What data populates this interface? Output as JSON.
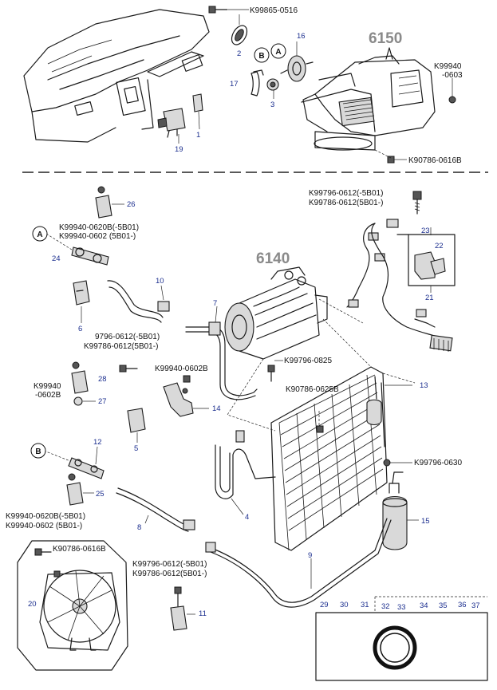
{
  "assembly_codes": [
    "6150",
    "6140"
  ],
  "references": [
    "A",
    "B"
  ],
  "item_numbers": [
    "1",
    "2",
    "3",
    "4",
    "5",
    "6",
    "7",
    "8",
    "9",
    "10",
    "11",
    "12",
    "13",
    "14",
    "15",
    "16",
    "17",
    "19",
    "20",
    "21",
    "22",
    "23",
    "24",
    "25",
    "26",
    "27",
    "28",
    "29",
    "30",
    "31",
    "32",
    "33",
    "34",
    "35",
    "36",
    "37"
  ],
  "part_codes": [
    "K99865-0516",
    "K99940",
    "-0603",
    "K90786-0616B",
    "K99796-0612(-5B01)",
    "K99786-0612(5B01-)",
    "K99940-0620B(-5B01)",
    "K99940-0602  (5B01-)",
    "9796-0612(-5B01)",
    "K99786-0612(5B01-)",
    "K99940-0602B",
    "K99796-0825",
    "K99940",
    "-0602B",
    "K90786-0625B",
    "K99796-0630",
    "K99940-0620B(-5B01)",
    "K99940-0602    (5B01-)",
    "K90786-0616B",
    "K99796-0612(-5B01)",
    "K99786-0612(5B01-)"
  ]
}
